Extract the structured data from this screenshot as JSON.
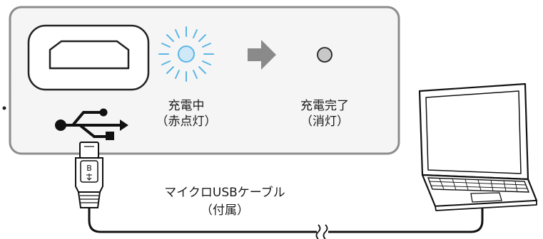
{
  "labels": {
    "charging": "充電中",
    "charging_sub": "（赤点灯）",
    "charged": "充電完了",
    "charged_sub": "（消灯）",
    "cable": "マイクロUSBケーブル",
    "cable_sub": "（付属）",
    "plug_letter": "B"
  },
  "colors": {
    "led_on": "#cfe9f8",
    "led_rays": "#5bb6e6",
    "led_off": "#c8c8c8",
    "arrow": "#8a8a8a",
    "panel_fill": "#f5f5f5",
    "panel_border": "#8c8c8c"
  },
  "icons": [
    "usb-port-icon",
    "led-lit-icon",
    "right-arrow-icon",
    "led-off-icon",
    "usb-symbol-icon",
    "micro-usb-plug-icon",
    "laptop-icon",
    "cable-break-icon"
  ]
}
